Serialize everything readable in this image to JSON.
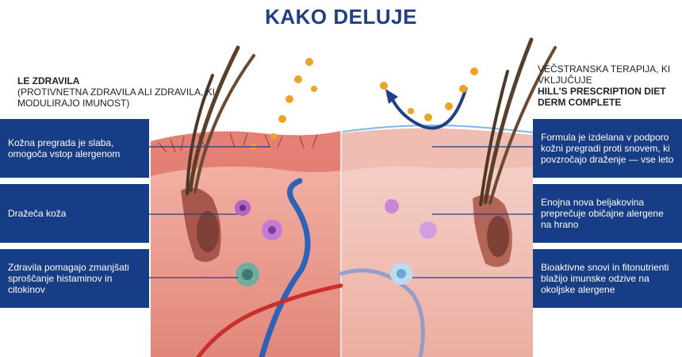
{
  "title": "KAKO DELUJE",
  "left_panel": {
    "heading_line1": "LE ZDRAVILA",
    "heading_line2": "(PROTIVNETNA ZDRAVILA ALI ZDRAVILA, KI MODULIRAJO IMUNOST)",
    "callouts": [
      "Kožna pregrada je slaba, omogoča vstop alergenom",
      "Dražeča koža",
      "Zdravila pomagajo zmanjšati sproščanje histaminov in citokinov"
    ]
  },
  "right_panel": {
    "heading_line1": "VEČSTRANSKA TERAPIJA, KI VKLJUČUJE",
    "heading_line2": "HILL'S PRESCRIPTION DIET DERM COMPLETE",
    "callouts": [
      "Formula je izdelana v podporo kožni pregradi proti snovem, ki povzročajo draženje — vse leto",
      "Enojna nova beljakovina preprečuje običajne alergene na hrano",
      "Bioaktivne snovi in fitonutrienti blažijo imunske odzive na okoljske alergene"
    ]
  },
  "colors": {
    "callout_bg": "#173d86",
    "title": "#1f3f86",
    "skin": "#f2b6a8",
    "dermis": "#e98c80",
    "vessel_blue": "#2a63b8",
    "vessel_red": "#c9302c",
    "allergen": "#f0a323"
  }
}
